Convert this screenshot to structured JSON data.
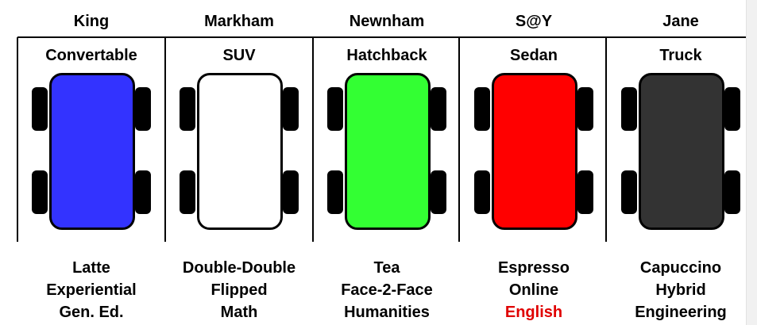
{
  "colors": {
    "highlight": "#e00000"
  },
  "campuses": [
    {
      "name": "King",
      "vehicle": "Convertable",
      "car_color": "#3333ff",
      "traits": [
        {
          "text": "Latte",
          "highlight": false
        },
        {
          "text": "Experiential",
          "highlight": false
        },
        {
          "text": "Gen. Ed.",
          "highlight": false
        }
      ]
    },
    {
      "name": "Markham",
      "vehicle": "SUV",
      "car_color": "#ffffff",
      "traits": [
        {
          "text": "Double-Double",
          "highlight": false
        },
        {
          "text": "Flipped",
          "highlight": false
        },
        {
          "text": "Math",
          "highlight": false
        }
      ]
    },
    {
      "name": "Newnham",
      "vehicle": "Hatchback",
      "car_color": "#33ff33",
      "traits": [
        {
          "text": "Tea",
          "highlight": false
        },
        {
          "text": "Face-2-Face",
          "highlight": false
        },
        {
          "text": "Humanities",
          "highlight": false
        }
      ]
    },
    {
      "name": "S@Y",
      "vehicle": "Sedan",
      "car_color": "#ff0000",
      "traits": [
        {
          "text": "Espresso",
          "highlight": false
        },
        {
          "text": "Online",
          "highlight": false
        },
        {
          "text": "English",
          "highlight": true
        }
      ]
    },
    {
      "name": "Jane",
      "vehicle": "Truck",
      "car_color": "#333333",
      "traits": [
        {
          "text": "Capuccino",
          "highlight": false
        },
        {
          "text": "Hybrid",
          "highlight": false
        },
        {
          "text": "Engineering",
          "highlight": false
        }
      ]
    }
  ]
}
